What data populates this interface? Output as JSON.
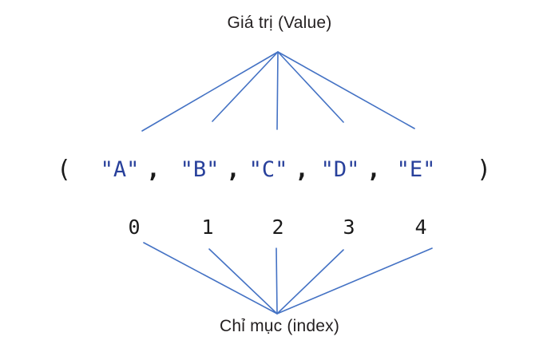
{
  "diagram": {
    "title_top": "Giá trị (Value)",
    "title_bottom": "Chỉ mục (index)",
    "line_color": "#4472c4",
    "value_color": "#28409b",
    "text_color": "#231f20",
    "open_paren": "(",
    "close_paren": ")",
    "comma": ",",
    "values": [
      {
        "label": "\"A\"",
        "index": "0"
      },
      {
        "label": "\"B\"",
        "index": "1"
      },
      {
        "label": "\"C\"",
        "index": "2"
      },
      {
        "label": "\"D\"",
        "index": "3"
      },
      {
        "label": "\"E\"",
        "index": "4"
      }
    ]
  },
  "chart_data": {
    "type": "diagram",
    "title": "Giá trị (Value) / Chỉ mục (index)",
    "description": "Tuple diagram: five string elements fanned to a Value label above and an index label below",
    "elements": [
      "\"A\"",
      "\"B\"",
      "\"C\"",
      "\"D\"",
      "\"E\""
    ],
    "indices": [
      0,
      1,
      2,
      3,
      4
    ],
    "top_label": "Giá trị (Value)",
    "bottom_label": "Chỉ mục (index)",
    "top_apex": [
      348,
      65
    ],
    "bottom_apex": [
      347,
      393
    ],
    "value_x_positions": [
      150,
      250,
      336,
      426,
      521
    ],
    "index_x_positions": [
      168,
      260,
      348,
      437,
      527
    ]
  }
}
